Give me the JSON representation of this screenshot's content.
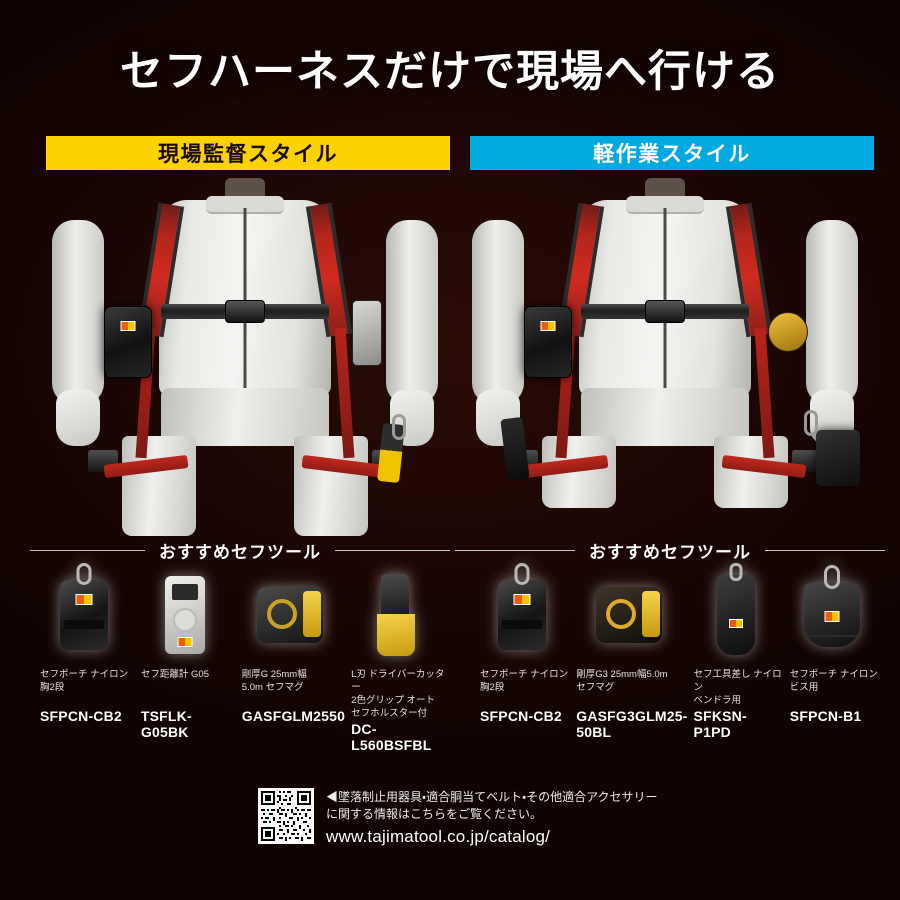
{
  "headline": "セフハーネスだけで現場へ行ける",
  "colors": {
    "background_dark": "#140503",
    "background_glow": "#2a0b06",
    "banner_left_bg": "#fcd200",
    "banner_right_bg": "#00a9e0",
    "harness_red": "#c0281d",
    "text_white": "#ffffff",
    "logo_orange": "#e8600f",
    "logo_yellow": "#f5c400"
  },
  "styles": [
    {
      "id": "site-supervisor",
      "label": "現場監督スタイル"
    },
    {
      "id": "light-work",
      "label": "軽作業スタイル"
    }
  ],
  "tools_heading": "おすすめセフツール",
  "left_tools": [
    {
      "desc": "セフポーチ ナイロン\n胸2段",
      "code": "SFPCN-CB2",
      "icon": "nylon-pouch-chest-2tier"
    },
    {
      "desc": "セフ距離計 G05",
      "code": "TSFLK-G05BK",
      "icon": "laser-distance-meter"
    },
    {
      "desc": "剛厚G 25mm幅\n5.0m セフマグ",
      "code": "GASFGLM2550",
      "icon": "tape-measure"
    },
    {
      "desc": "L刃 ドライバーカッター\n2色グリップ オート\nセフホルスター付",
      "code": "DC-L560BSFBL",
      "icon": "driver-cutter"
    }
  ],
  "right_tools": [
    {
      "desc": "セフポーチ ナイロン\n胸2段",
      "code": "SFPCN-CB2",
      "icon": "nylon-pouch-chest-2tier"
    },
    {
      "desc": "剛厚G3 25mm幅5.0m\nセフマグ",
      "code": "GASFG3GLM25-50BL",
      "icon": "tape-measure-gold"
    },
    {
      "desc": "セフ工具差し ナイロン\nベンドラ用",
      "code": "SFKSN-P1PD",
      "icon": "tool-holster"
    },
    {
      "desc": "セフポーチ ナイロン\nビス用",
      "code": "SFPCN-B1",
      "icon": "screw-pouch"
    }
  ],
  "footer": {
    "note": "◀墜落制止用器具・適合胴当てベルト・その他適合アクセサリーに関する情報はこちらをご覧ください。",
    "url": "www.tajimatool.co.jp/catalog/",
    "qr_icon": "qr-code"
  }
}
